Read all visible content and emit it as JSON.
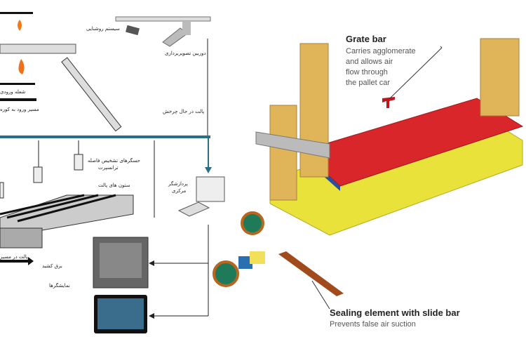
{
  "left_diagram": {
    "labels": {
      "lighting": "سیستم روشنایی",
      "camera": "دوربین تصویربرداری",
      "flame_inlet": "شعله ورودی",
      "inlet_path": "مسیر ورود به کوره",
      "rotating_pallet": "پالت در حال چرخش",
      "distance_sensors": "حسگرهای تشخیص فاصله",
      "distance_sensors_2": "ترانسپرت",
      "pallet_columns": "ستون های پالت",
      "processor": "پردازشگر",
      "processor_2": "مرکزی",
      "pallet_path": "پالت در مسیر",
      "power": "برق کشید",
      "displays": "نمایشگرها"
    }
  },
  "right_diagram": {
    "grate_bar": {
      "title": "Grate bar",
      "desc": [
        "Carries agglomerate",
        "and allows air",
        "flow through",
        "the pallet car"
      ]
    },
    "sealing": {
      "title": "Sealing element with slide bar",
      "desc": "Prevents false air suction"
    }
  },
  "colors": {
    "bus": "#2a6f86",
    "grate": "#d8262b",
    "frame": "#e9e23a",
    "wall": "#e0b458",
    "callout": "#c0151b"
  }
}
